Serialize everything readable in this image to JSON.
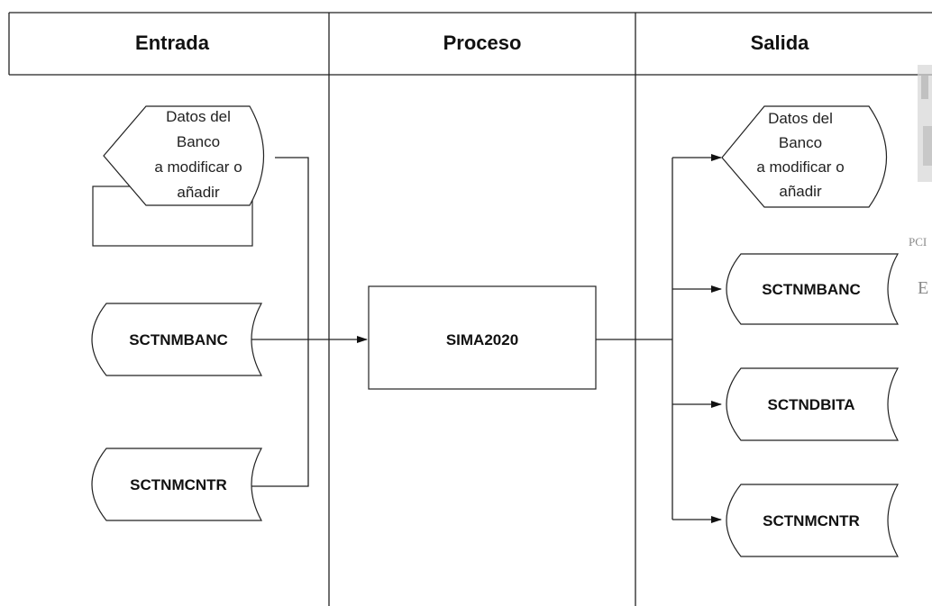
{
  "columns": {
    "entrada": "Entrada",
    "proceso": "Proceso",
    "salida": "Salida"
  },
  "input": {
    "datos": [
      "Datos del",
      "Banco",
      "a modificar o",
      "añadir"
    ],
    "file1": "SCTNMBANC",
    "file2": "SCTNMCNTR"
  },
  "process": {
    "name": "SIMA2020"
  },
  "output": {
    "datos": [
      "Datos del",
      "Banco",
      "a modificar o",
      "añadir"
    ],
    "file1": "SCTNMBANC",
    "file2": "SCTNDBITA",
    "file3": "SCTNMCNTR"
  },
  "stamp": {
    "text1": "PCI",
    "text2": "E"
  }
}
